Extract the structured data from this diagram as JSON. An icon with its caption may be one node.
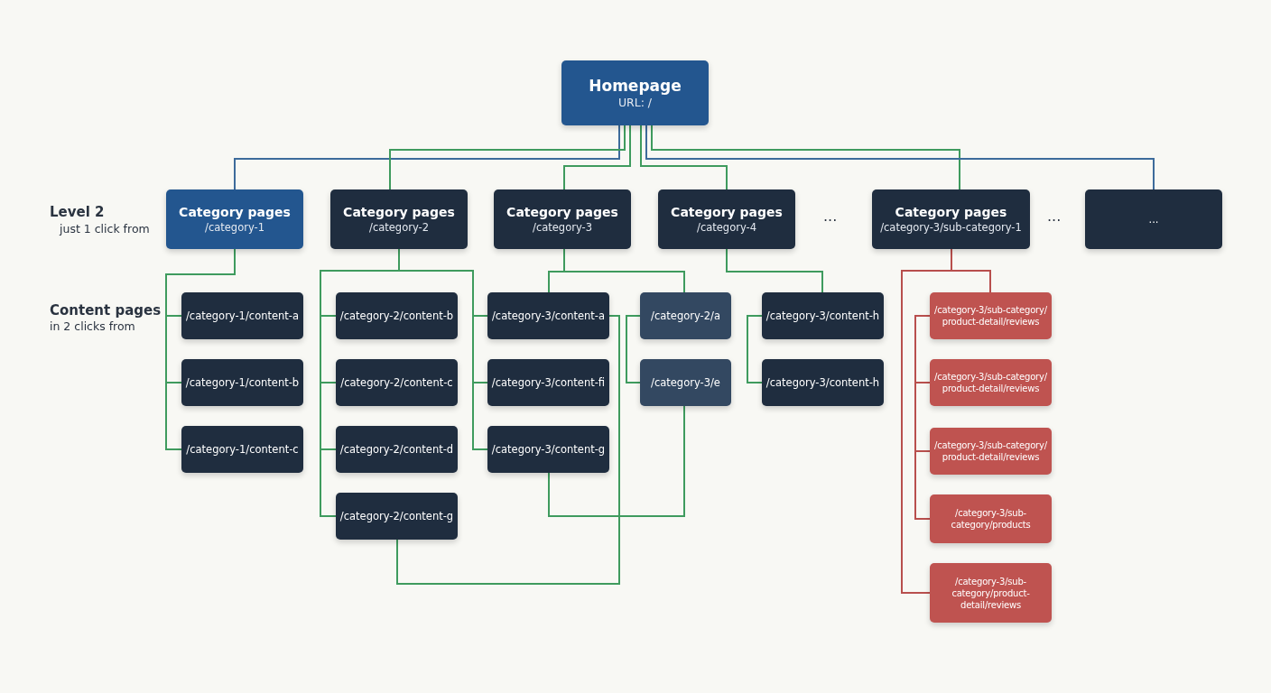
{
  "diagram": {
    "nodes": [
      {
        "text": [
          "Homepage",
          "URL: /"
        ]
      },
      {
        "text": [
          "Category pages",
          "/category-1"
        ]
      },
      {
        "text": [
          "Category pages",
          "/category-2"
        ]
      },
      {
        "text": [
          "Category pages",
          "/category-3"
        ]
      },
      {
        "text": [
          "Category pages",
          "/category-4"
        ]
      },
      {
        "text": [
          "Category pages",
          "/category-3/sub-category-1"
        ]
      },
      {
        "text": [
          "..."
        ]
      },
      {
        "text": [
          "/category-1/content-a"
        ]
      },
      {
        "text": [
          "/category-1/content-b"
        ]
      },
      {
        "text": [
          "/category-1/content-c"
        ]
      },
      {
        "text": [
          "/category-2/content-b"
        ]
      },
      {
        "text": [
          "/category-2/content-c"
        ]
      },
      {
        "text": [
          "/category-2/content-d"
        ]
      },
      {
        "text": [
          "/category-2/content-g"
        ]
      },
      {
        "text": [
          "/category-3/content-a"
        ]
      },
      {
        "text": [
          "/category-3/content-fi"
        ]
      },
      {
        "text": [
          "/category-3/content-g"
        ]
      },
      {
        "text": [
          "/category-2/a"
        ]
      },
      {
        "text": [
          "/category-3/e"
        ]
      },
      {
        "text": [
          "/category-3/content-h"
        ]
      },
      {
        "text": [
          "/category-3/content-h"
        ]
      },
      {
        "text": [
          "/category-3/sub-category/ product-detail/reviews"
        ]
      },
      {
        "text": [
          "/category-3/sub-category/ product-detail/reviews"
        ]
      },
      {
        "text": [
          "/category-3/sub-category/ product-detail/reviews"
        ]
      },
      {
        "text": [
          "/category-3/sub- category/products"
        ]
      },
      {
        "text": [
          "/category-3/sub- category/product- detail/reviews"
        ]
      }
    ],
    "edges": [
      {
        "from": 0,
        "to": 1,
        "arrow": "none",
        "color": "#3d6b9b"
      },
      {
        "from": 0,
        "to": 2,
        "arrow": "none"
      },
      {
        "from": 0,
        "to": 3,
        "arrow": "none"
      },
      {
        "from": 0,
        "to": 4,
        "arrow": "none"
      },
      {
        "from": 0,
        "to": 5,
        "arrow": "none"
      },
      {
        "from": 0,
        "to": 6,
        "arrow": "none",
        "color": "#3d6b9b"
      },
      {
        "from": 1,
        "to": 7,
        "arrow": "none"
      },
      {
        "from": 1,
        "to": 8,
        "arrow": "none"
      },
      {
        "from": 1,
        "to": 9,
        "arrow": "none"
      },
      {
        "from": 2,
        "to": 10,
        "arrow": "none"
      },
      {
        "from": 2,
        "to": 11,
        "arrow": "none"
      },
      {
        "from": 2,
        "to": 12,
        "arrow": "none"
      },
      {
        "from": 2,
        "to": 13,
        "arrow": "none"
      },
      {
        "from": 2,
        "to": 14,
        "arrow": "none"
      },
      {
        "from": 2,
        "to": 15,
        "arrow": "none"
      },
      {
        "from": 2,
        "to": 16,
        "arrow": "none"
      },
      {
        "from": 3,
        "to": 14,
        "arrow": "none"
      },
      {
        "from": 3,
        "to": 17,
        "arrow": "none"
      },
      {
        "from": 17,
        "to": 18,
        "arrow": "none"
      },
      {
        "from": 4,
        "to": 19,
        "arrow": "none"
      },
      {
        "from": 19,
        "to": 20,
        "arrow": "none"
      },
      {
        "from": 14,
        "to": 13,
        "arrow": "none"
      },
      {
        "from": 16,
        "to": 18,
        "arrow": "none"
      },
      {
        "from": 5,
        "to": 21,
        "arrow": "none",
        "color": "#b84f4d"
      },
      {
        "from": 21,
        "to": 22,
        "arrow": "none",
        "color": "#b84f4d"
      },
      {
        "from": 21,
        "to": 23,
        "arrow": "none",
        "color": "#b84f4d"
      },
      {
        "from": 21,
        "to": 24,
        "arrow": "none",
        "color": "#b84f4d"
      },
      {
        "from": 5,
        "to": 25,
        "arrow": "none",
        "color": "#b84f4d"
      }
    ],
    "labels": [
      "Level 2",
      "just 1 click from",
      "...",
      "...",
      "Content pages",
      "in 2 clicks from"
    ]
  }
}
